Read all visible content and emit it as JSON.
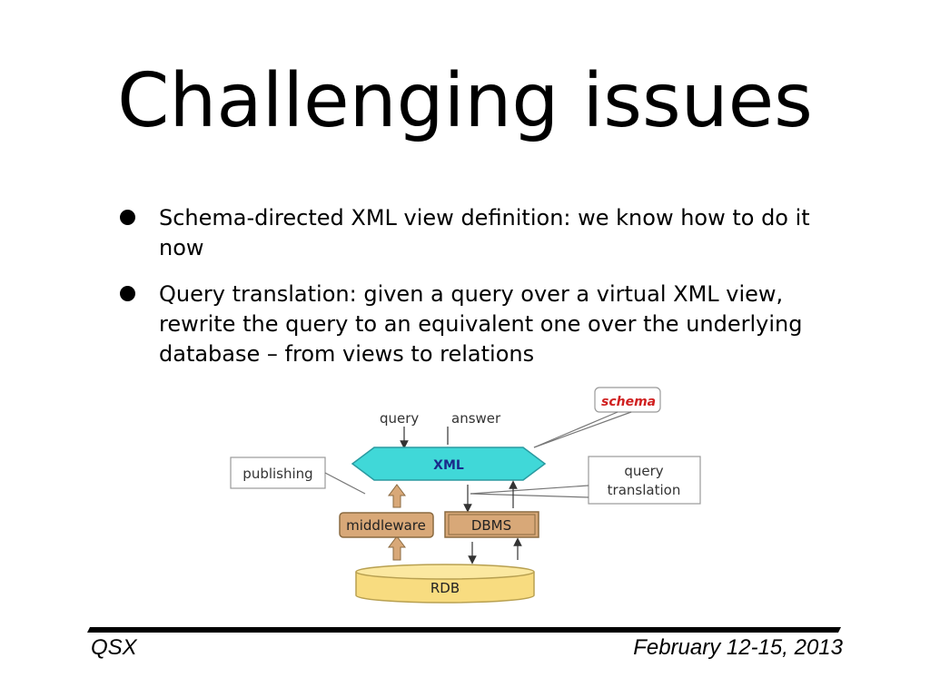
{
  "slide": {
    "title": "Challenging issues",
    "bullets": [
      "Schema-directed XML view definition: we know how to do it now",
      "Query translation: given a query over a virtual XML view, rewrite the query to an equivalent one over the underlying database – from views to relations"
    ]
  },
  "diagram": {
    "query": "query",
    "answer": "answer",
    "schema": "schema",
    "xml": "XML",
    "publishing": "publishing",
    "query_translation_line1": "query",
    "query_translation_line2": "translation",
    "middleware": "middleware",
    "dbms": "DBMS",
    "rdb": "RDB"
  },
  "footer": {
    "left": "QSX",
    "right": "February 12-15, 2013"
  },
  "colors": {
    "xml_fill": "#40d8d8",
    "box_fill": "#d8a878",
    "rdb_fill": "#f8dc80",
    "schema_text": "#d02020"
  }
}
